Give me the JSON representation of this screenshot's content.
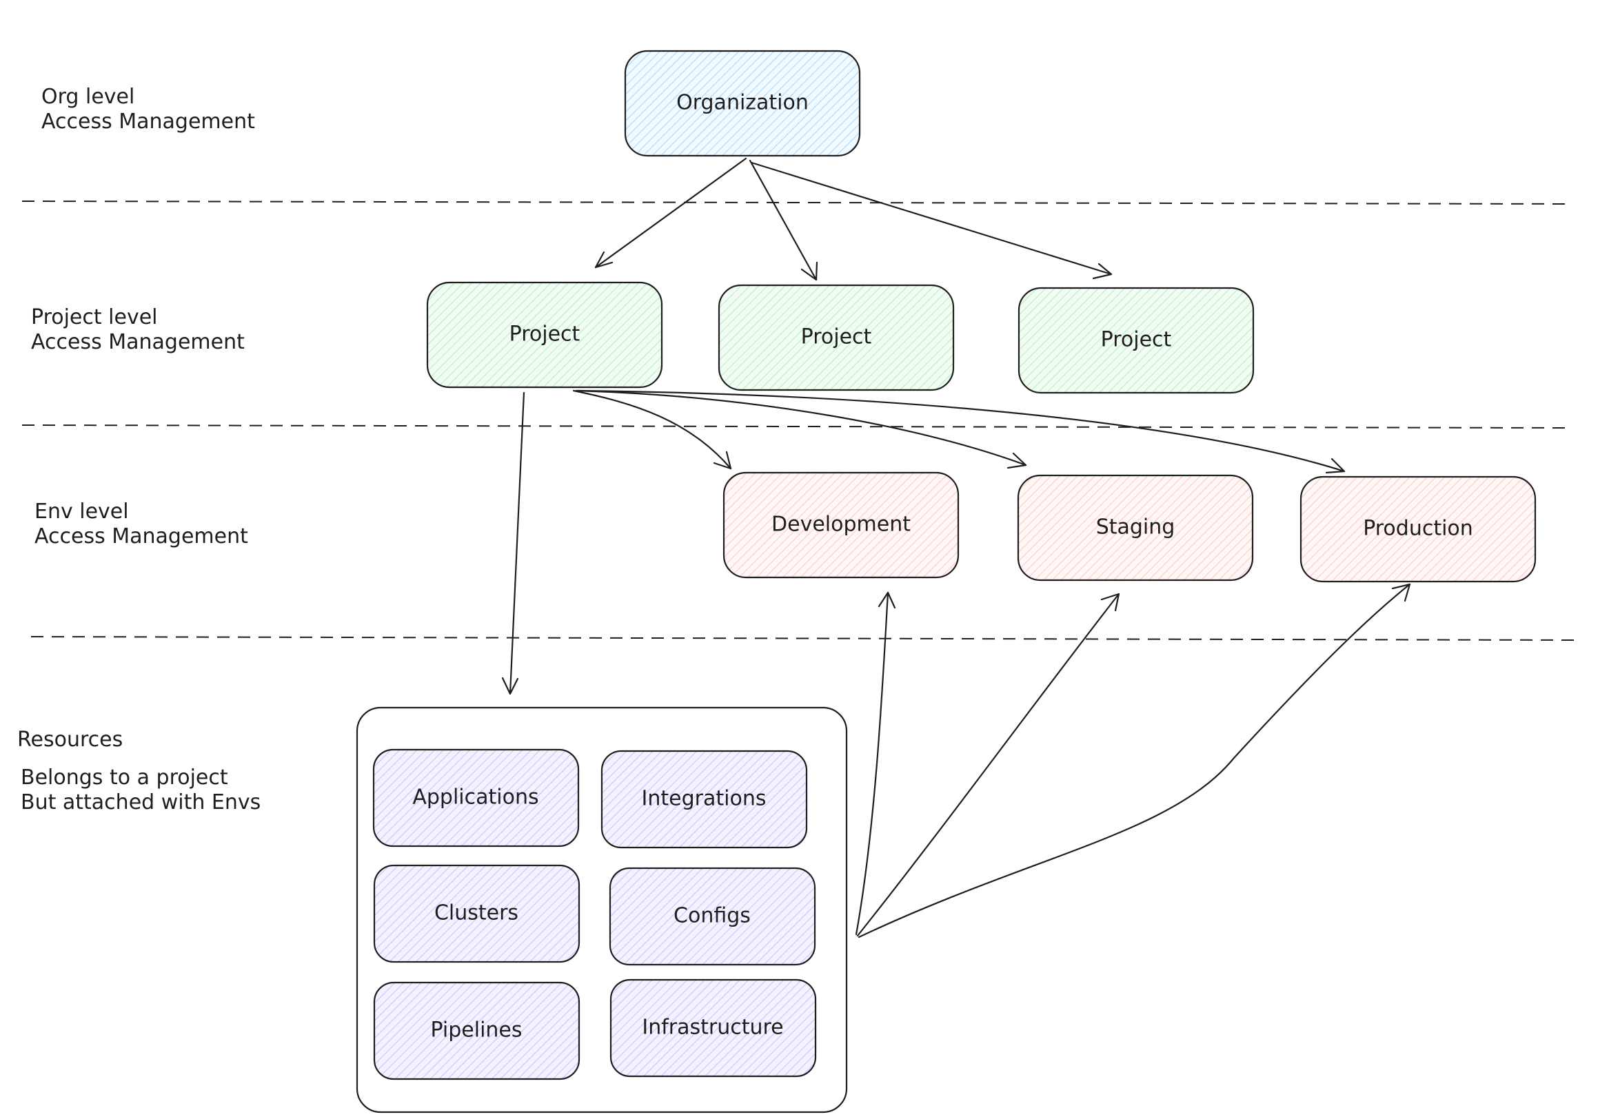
{
  "levels": {
    "org": [
      "Org level",
      "Access Management"
    ],
    "project": [
      "Project level",
      "Access Management"
    ],
    "env": [
      "Env level",
      "Access Management"
    ],
    "resources": {
      "title": "Resources",
      "note": [
        "Belongs to a project",
        "But attached with Envs"
      ]
    }
  },
  "nodes": {
    "organization": "Organization",
    "project_1": "Project",
    "project_2": "Project",
    "project_3": "Project",
    "development": "Development",
    "staging": "Staging",
    "production": "Production",
    "applications": "Applications",
    "integrations": "Integrations",
    "clusters": "Clusters",
    "configs": "Configs",
    "pipelines": "Pipelines",
    "infrastructure": "Infrastructure"
  },
  "colors": {
    "organization": "#a5d8ff",
    "project": "#b2f2bb",
    "environment": "#ffc9c9",
    "resource": "#d0bfff",
    "stroke": "#1e1e1e"
  }
}
